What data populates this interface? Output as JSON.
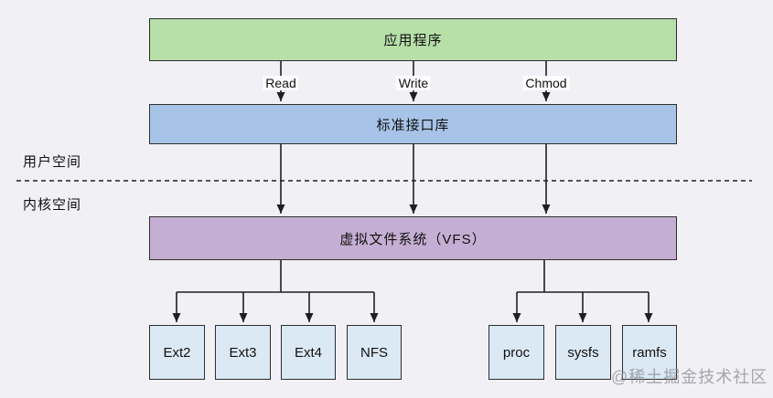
{
  "layers": {
    "application": {
      "label": "应用程序"
    },
    "std_api": {
      "label": "标准接口库"
    },
    "vfs": {
      "label": "虚拟文件系统（VFS）"
    }
  },
  "syscalls": [
    "Read",
    "Write",
    "Chmod"
  ],
  "spaces": {
    "user": "用户空间",
    "kernel": "内核空间"
  },
  "filesystems": {
    "disk": [
      "Ext2",
      "Ext3",
      "Ext4",
      "NFS"
    ],
    "virtual": [
      "proc",
      "sysfs",
      "ramfs"
    ]
  },
  "watermark": "@稀土掘金技术社区",
  "colors": {
    "background": "#f0f0f5",
    "app_fill": "#b7dfa8",
    "api_fill": "#a7c4e8",
    "vfs_fill": "#c5aed3",
    "fs_fill": "#dbe9f5",
    "line": "#1f1f1f"
  }
}
